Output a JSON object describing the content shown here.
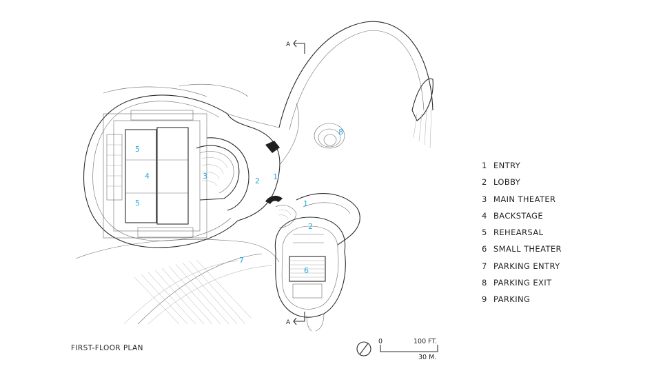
{
  "legend": {
    "items": [
      {
        "num": "1",
        "label": "ENTRY"
      },
      {
        "num": "2",
        "label": "LOBBY"
      },
      {
        "num": "3",
        "label": "MAIN THEATER"
      },
      {
        "num": "4",
        "label": "BACKSTAGE"
      },
      {
        "num": "5",
        "label": "REHEARSAL"
      },
      {
        "num": "6",
        "label": "SMALL THEATER"
      },
      {
        "num": "7",
        "label": "PARKING ENTRY"
      },
      {
        "num": "8",
        "label": "PARKING EXIT"
      },
      {
        "num": "9",
        "label": "PARKING"
      }
    ]
  },
  "caption": "FIRST-FLOOR PLAN",
  "scale_bar": {
    "zero": "0",
    "feet": "100 FT.",
    "meters": "30 M."
  },
  "section_marker": "A",
  "plan_labels": {
    "entry": "1",
    "lobby": "2",
    "main_theater": "3",
    "backstage": "4",
    "rehearsal": "5",
    "small_theater": "6",
    "parking_entry": "7",
    "parking_exit": "8"
  },
  "colors": {
    "linework": "#2b2b2b",
    "label_accent": "#29a8e0",
    "background": "#ffffff"
  },
  "icons": {
    "north_arrow": "north-arrow-icon",
    "section_arrow": "section-arrow-icon"
  }
}
